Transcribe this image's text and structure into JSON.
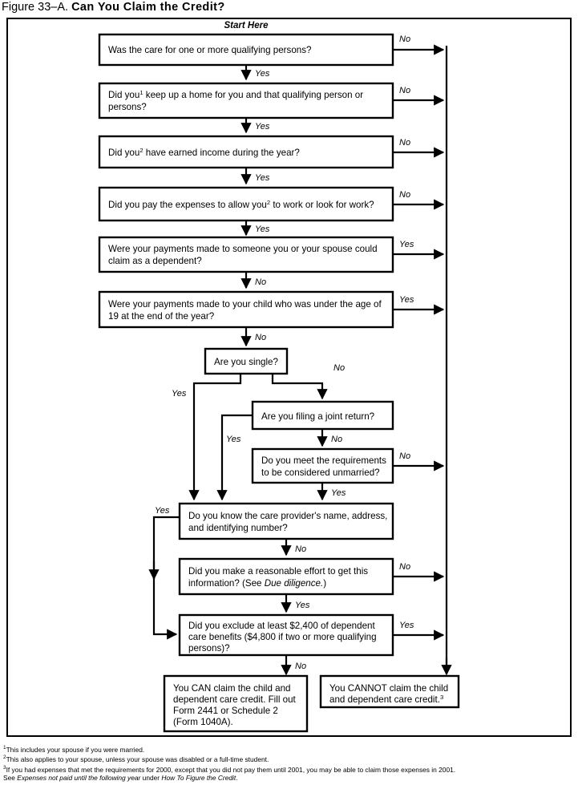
{
  "figure": {
    "label": "Figure 33–A.",
    "name": "Can You Claim the Credit?"
  },
  "start_label": "Start Here",
  "nodes": {
    "q1": {
      "line1": "Was the care for one or more qualifying persons?"
    },
    "q2": {
      "line1": "Did you",
      "sup1": "1",
      "line1b": " keep up a home for you and that qualifying person or",
      "line2": "persons?"
    },
    "q3": {
      "line1": "Did you",
      "sup1": "2",
      "line1b": " have earned income during the year?"
    },
    "q4": {
      "line1": "Did you pay the expenses to allow you",
      "sup1": "2",
      "line1b": " to work or look for work?"
    },
    "q5": {
      "line1": "Were your payments made to someone you or your spouse could",
      "line2": "claim as a dependent?"
    },
    "q6": {
      "line1": "Were your payments made to your child who was under the age of",
      "line2": "19 at the end of the year?"
    },
    "q7": {
      "line1": "Are you single?"
    },
    "q8": {
      "line1": "Are you filing a joint return?"
    },
    "q9": {
      "line1": "Do you meet the requirements",
      "line2": "to be considered unmarried?"
    },
    "q10": {
      "line1": "Do you know the care provider's name, address,",
      "line2": "and identifying number?"
    },
    "q11": {
      "line1": "Did you make a reasonable effort to get this",
      "line2a": "information? (See ",
      "line2_ital": "Due diligence.",
      "line2b": ")"
    },
    "q12": {
      "line1": "Did you exclude at least $2,400 of dependent",
      "line2": "care benefits ($4,800 if two or more qualifying",
      "line3": "persons)?"
    },
    "can": {
      "line1": "You CAN claim the child and",
      "line2": "dependent care credit. Fill out",
      "line3": "Form 2441 or Schedule 2",
      "line4": "(Form 1040A)."
    },
    "cannot": {
      "line1": "You CANNOT claim the child",
      "line2a": "and dependent care credit.",
      "sup": "3"
    }
  },
  "edges": {
    "no": "No",
    "yes": "Yes"
  },
  "footnotes": [
    {
      "marker": "1",
      "text": "This includes your spouse if you were married."
    },
    {
      "marker": "2",
      "text": "This also applies to your spouse, unless your spouse was disabled or a full-time student."
    },
    {
      "marker": "3",
      "pre": "If you had expenses that met the requirements for 2000, except that you did not pay them until 2001, you may be able to claim those expenses in 2001."
    },
    {
      "marker": "",
      "pre": " See ",
      "ital1": "Expenses not paid until the following year",
      "mid": " under ",
      "ital2": "How To Figure the Credit",
      "post": "."
    }
  ],
  "colors": {
    "ink": "#000000",
    "paper": "#ffffff"
  }
}
